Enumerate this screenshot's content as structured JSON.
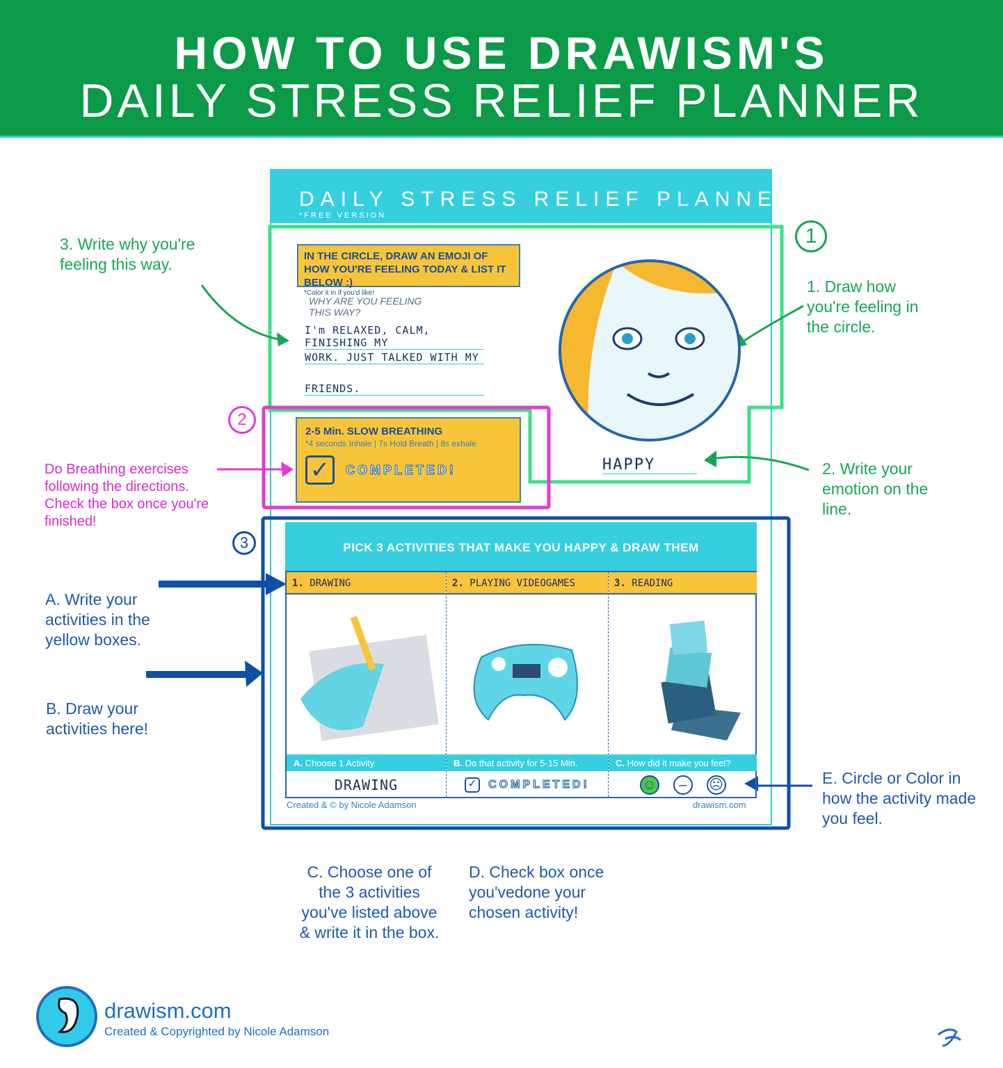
{
  "header": {
    "line1": "HOW TO USE DRAWISM'S",
    "line2": "DAILY STRESS RELIEF PLANNER"
  },
  "sheet": {
    "title": "DAILY STRESS RELIEF PLANNER",
    "subtitle": "*FREE VERSION",
    "emoji_instructions": "IN THE CIRCLE, DRAW AN EMOJI OF HOW YOU'RE FEELING TODAY & LIST IT BELOW :)",
    "emoji_note": "*Color it in if you'd like!",
    "why_label": "WHY ARE YOU FEELING THIS WAY?",
    "why_lines": [
      "I'm RELAXED, CALM, FINISHING MY",
      "WORK. JUST TALKED WITH MY",
      "FRIENDS."
    ],
    "emotion": "HAPPY",
    "breathing": {
      "title": "2-5 Min. SLOW BREATHING",
      "subtitle": "*4 seconds Inhale | 7s Hold Breath | 8s exhale",
      "completed": "COMPLETED!",
      "checked": true
    },
    "activities_title": "PICK 3 ACTIVITIES THAT MAKE YOU HAPPY & DRAW THEM",
    "activities": [
      {
        "num": "1.",
        "name": "DRAWING"
      },
      {
        "num": "2.",
        "name": "PLAYING VIDEOGAMES"
      },
      {
        "num": "3.",
        "name": "READING"
      }
    ],
    "steps": [
      {
        "letter": "A.",
        "label": "Choose 1 Activity",
        "value": "DRAWING"
      },
      {
        "letter": "B.",
        "label": "Do that activity for 5-15 Min.",
        "value": "COMPLETED!"
      },
      {
        "letter": "C.",
        "label": "How did it make you feel?"
      }
    ],
    "feelings": [
      {
        "name": "happy",
        "selected": true,
        "glyph": "☺"
      },
      {
        "name": "neutral",
        "selected": false,
        "glyph": "😐"
      },
      {
        "name": "sad",
        "selected": false,
        "glyph": "☹"
      }
    ],
    "credit": "Created & © by Nicole Adamson",
    "site": "drawism.com"
  },
  "annotations": {
    "n1": "1",
    "n2": "2",
    "n3": "3",
    "a1": "1. Draw how you're feeling in the circle.",
    "a2": "2. Write your emotion on the line.",
    "a3": "3. Write why you're feeling this way.",
    "breathing": "Do Breathing exercises following the directions. Check the box once you're finished!",
    "A": "A. Write your activities in the yellow boxes.",
    "B": "B. Draw your activities here!",
    "C": "C. Choose one of the 3 activities you've listed above & write it in the box.",
    "D": "D. Check box once you'vedone your chosen activity!",
    "E": "E. Circle or Color in how the activity made you feel."
  },
  "footer": {
    "site": "drawism.com",
    "copyright": "Created & Copyrighted by Nicole Adamson"
  },
  "colors": {
    "header": "#0b9a48",
    "cyan": "#36cfe0",
    "yellow": "#f8c53a",
    "green_frame": "#3de08a",
    "magenta_frame": "#e33bd0",
    "navy_frame": "#0f4fa8"
  }
}
